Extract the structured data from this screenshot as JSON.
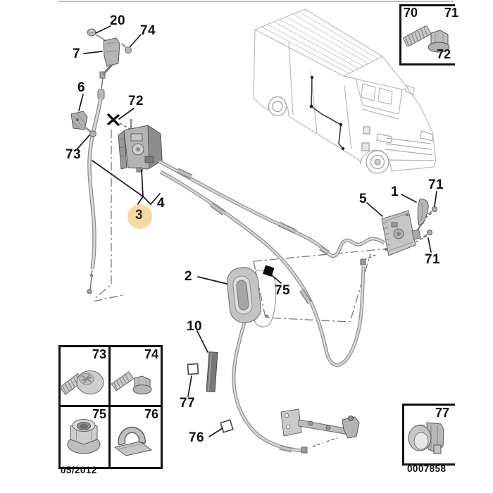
{
  "colors": {
    "highlight_circle": "#f6d9a5",
    "blue_strip": "#a9c0da",
    "label": "#111111",
    "line_gray": "#8f8f8f",
    "light_gray": "#c6c6c6"
  },
  "callouts": {
    "c20": "20",
    "c74": "74",
    "c7": "7",
    "c6": "6",
    "c72": "72",
    "c73": "73",
    "c3": "3",
    "c4": "4",
    "c1": "1",
    "c71_top": "71",
    "c5": "5",
    "c71_bottom": "71",
    "c2": "2",
    "c75": "75",
    "c10": "10",
    "c77": "77",
    "c76": "76"
  },
  "inset_top_right": {
    "label_70": "70",
    "label_71": "71",
    "label_72": "72",
    "part": "hex-flange-bolt"
  },
  "hardware_grid": {
    "cells": [
      {
        "label": "73",
        "part": "countersunk-torx-screw"
      },
      {
        "label": "74",
        "part": "hex-flange-bolt"
      },
      {
        "label": "75",
        "part": "hex-flange-nut"
      },
      {
        "label": "76",
        "part": "adhesive-cable-clip"
      }
    ]
  },
  "inset_bottom_right": {
    "label_77": "77",
    "part": "cable-grommet"
  },
  "footer": {
    "date": "05/2012",
    "reference": "0007858"
  }
}
